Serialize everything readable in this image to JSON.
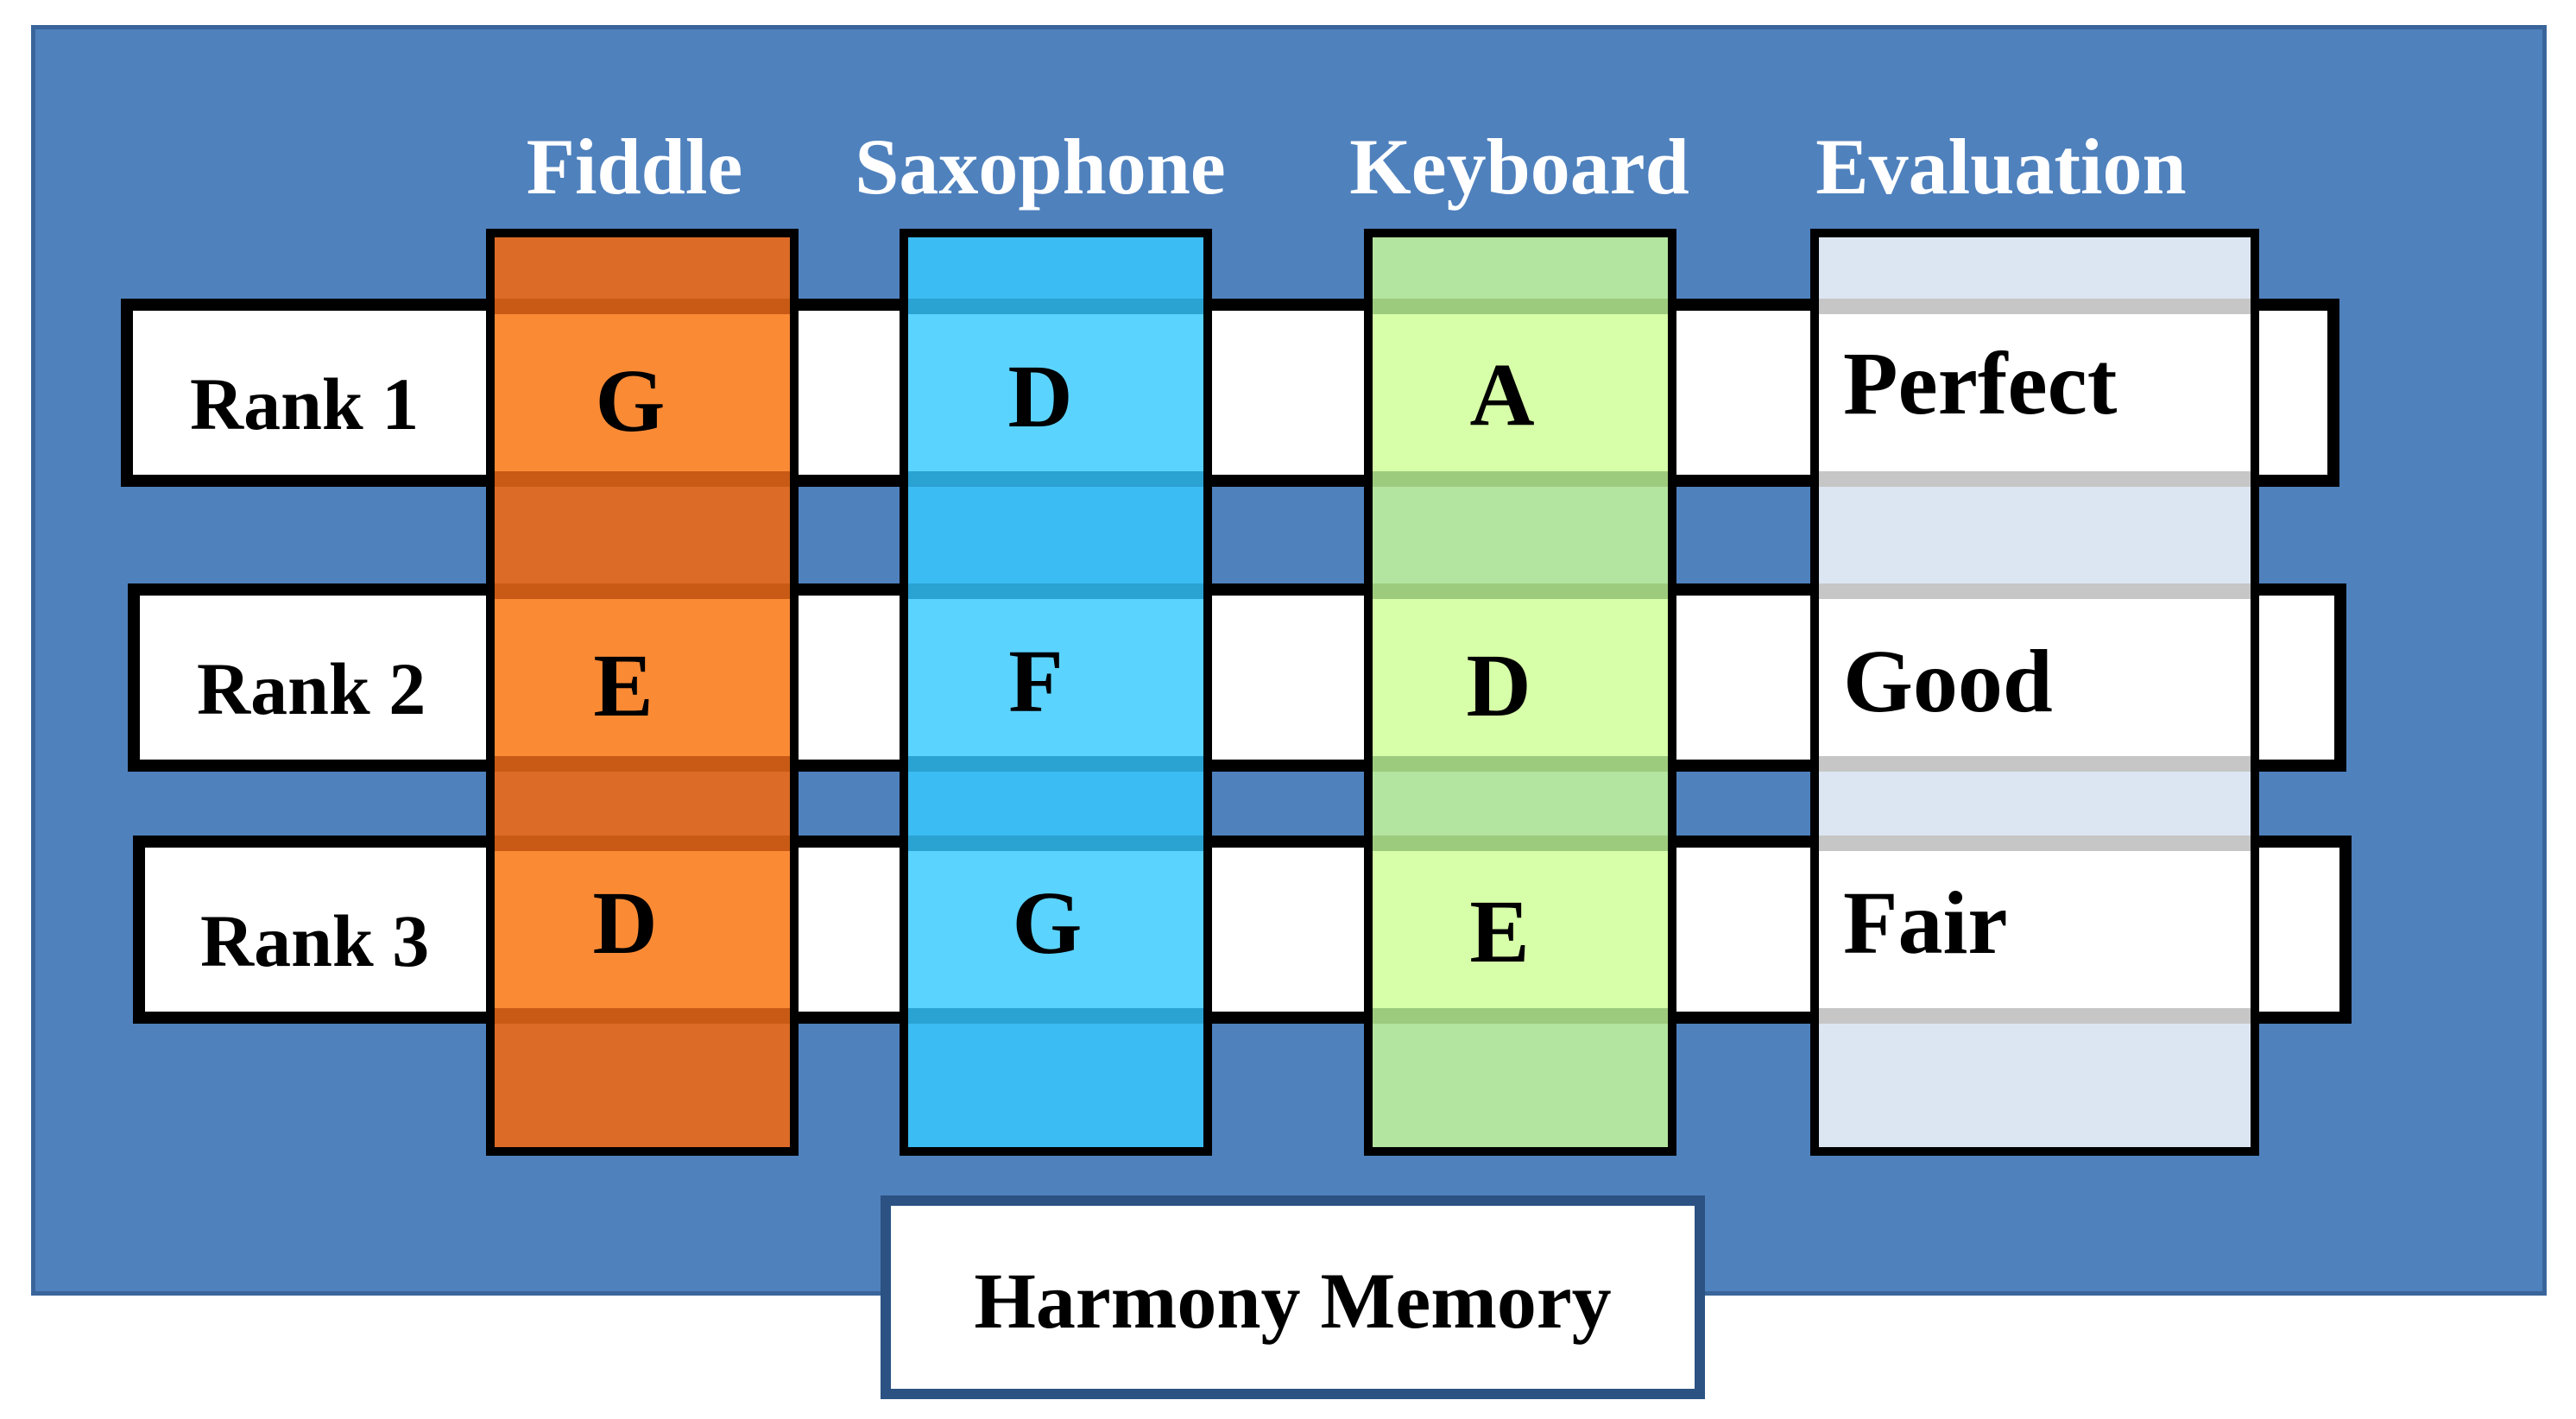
{
  "columns": [
    {
      "header": "Fiddle",
      "cells": [
        "G",
        "E",
        "D"
      ],
      "color_light": "#fb8a35",
      "color_dark": "#dc6b28",
      "color_line": "#c85a16"
    },
    {
      "header": "Saxophone",
      "cells": [
        "D",
        "F",
        "G"
      ],
      "color_light": "#5bd3ff",
      "color_dark": "#3bbcf3",
      "color_line": "#2aa2d2"
    },
    {
      "header": "Keyboard",
      "cells": [
        "A",
        "D",
        "E"
      ],
      "color_light": "#d7fea8",
      "color_dark": "#b3e4a0",
      "color_line": "#9dcb7e"
    }
  ],
  "evaluation": {
    "header": "Evaluation",
    "cells": [
      "Perfect",
      "Good",
      "Fair"
    ],
    "color_light": "#ffffff",
    "color_dark": "#dce6f2",
    "color_line": "#c6c6c6"
  },
  "rows": [
    "Rank 1",
    "Rank 2",
    "Rank 3"
  ],
  "caption": "Harmony Memory",
  "colors": {
    "panel": "#4f81bd",
    "caption_border": "#2b5283"
  }
}
